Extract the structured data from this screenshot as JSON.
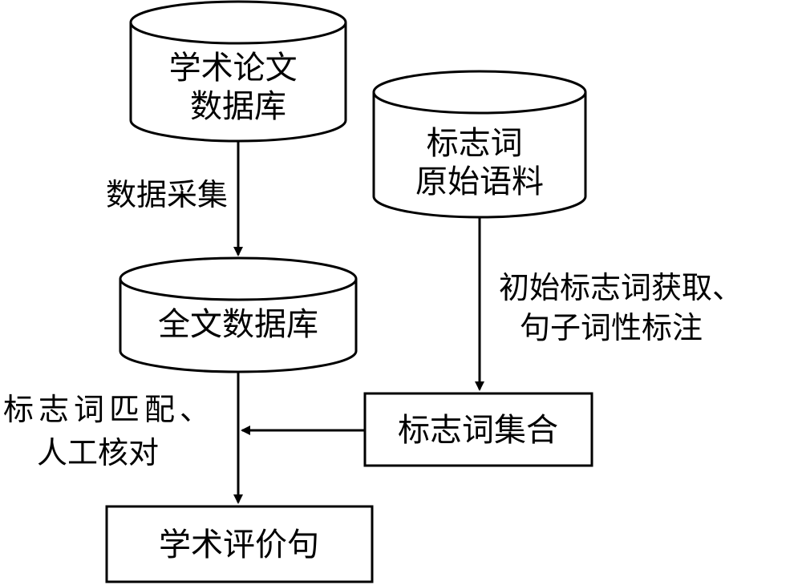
{
  "nodes": {
    "academic_db": {
      "lines": [
        "学术论文",
        "数据库"
      ]
    },
    "marker_corpus": {
      "lines": [
        "标志词",
        "原始语料"
      ]
    },
    "fulltext_db": {
      "lines": [
        "全文数据库"
      ]
    },
    "marker_set": {
      "lines": [
        "标志词集合"
      ]
    },
    "eval_sentences": {
      "lines": [
        "学术评价句"
      ]
    }
  },
  "edges": {
    "data_collection": {
      "lines": [
        "数据采集"
      ]
    },
    "marker_acquisition": {
      "lines": [
        "初始标志词获取、",
        "句子词性标注"
      ]
    },
    "marker_matching": {
      "lines": [
        "标志词匹配、",
        "人工核对"
      ]
    }
  }
}
